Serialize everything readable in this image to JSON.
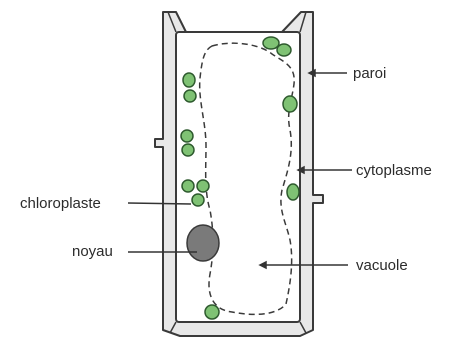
{
  "diagram": {
    "labels": {
      "wall": "paroi",
      "cytoplasm": "cytoplasme",
      "chloroplast": "chloroplaste",
      "nucleus": "noyau",
      "vacuole": "vacuole"
    },
    "colors": {
      "wall_fill": "#e8e8e8",
      "wall_stroke": "#3a3a3a",
      "chloroplast_fill": "#7fc274",
      "chloroplast_stroke": "#2e5a2e",
      "nucleus_fill": "#7a7a7a",
      "line": "#333333"
    }
  }
}
